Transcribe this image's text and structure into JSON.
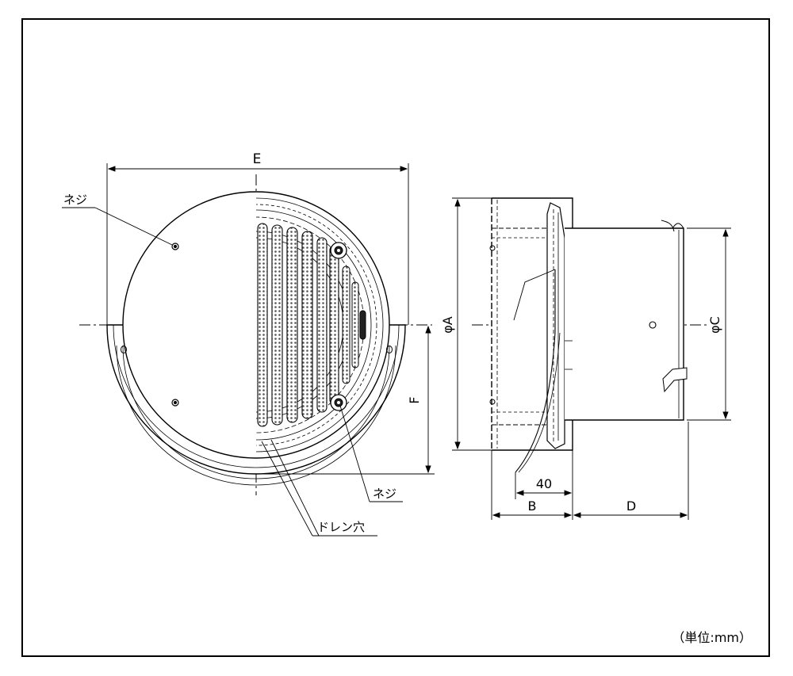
{
  "labels": {
    "dim_e": "E",
    "dim_f": "F",
    "dim_a": "φA",
    "dim_c": "φC",
    "dim_b": "B",
    "dim_d": "D",
    "dim_40": "40",
    "screw_top": "ネジ",
    "screw_bottom": "ネジ",
    "drain_hole": "ドレン穴",
    "unit": "（単位:mm）"
  }
}
